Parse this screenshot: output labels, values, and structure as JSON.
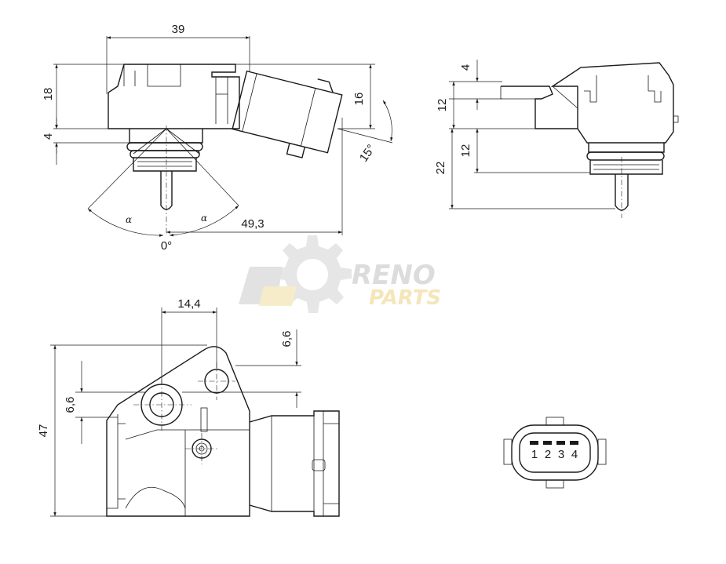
{
  "side_view": {
    "dim_width": "39",
    "dim_height_body": "18",
    "dim_flange": "4",
    "dim_connector_height": "16",
    "dim_length": "49,3",
    "angle_connector": "15°",
    "angle_zero": "0°",
    "angle_alpha_left": "α",
    "angle_alpha_right": "α"
  },
  "end_view": {
    "dim_top": "4",
    "dim_upper": "12",
    "dim_lower": "12",
    "dim_total": "22"
  },
  "top_view": {
    "dim_hole_offset": "14,4",
    "dim_hole_vertical": "6,6",
    "dim_hole_left": "6,6",
    "dim_height": "47"
  },
  "pinout": {
    "pins": [
      "1",
      "2",
      "3",
      "4"
    ]
  },
  "watermark": {
    "word1": "RENO",
    "word2": "PARTS"
  }
}
